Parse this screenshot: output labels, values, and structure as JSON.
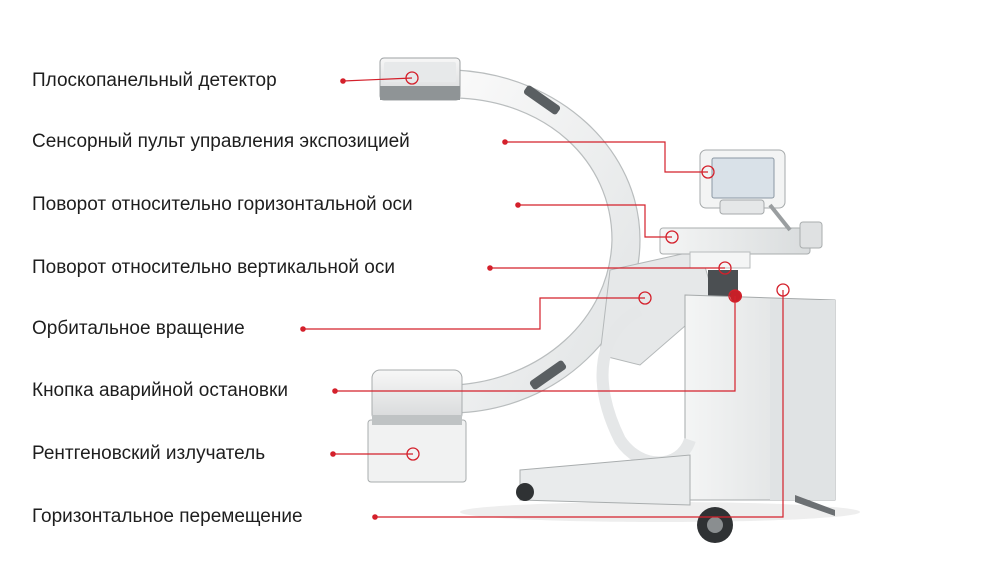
{
  "callouts": [
    {
      "id": "detector",
      "text": "Плоскопанельный детектор"
    },
    {
      "id": "touch-panel",
      "text": "Сенсорный пульт управления экспозицией"
    },
    {
      "id": "horizontal-axis",
      "text": "Поворот относительно горизонтальной оси"
    },
    {
      "id": "vertical-axis",
      "text": "Поворот относительно вертикальной оси"
    },
    {
      "id": "orbital",
      "text": "Орбитальное вращение"
    },
    {
      "id": "emergency-stop",
      "text": "Кнопка аварийной остановки"
    },
    {
      "id": "xray-source",
      "text": "Рентгеновский излучатель"
    },
    {
      "id": "horizontal-move",
      "text": "Горизонтальное перемещение"
    }
  ],
  "colors": {
    "callout_line": "#d4202b",
    "label_text": "#1e1e1e",
    "device_body": "#eceeee",
    "device_shadow": "#c9cccd"
  }
}
